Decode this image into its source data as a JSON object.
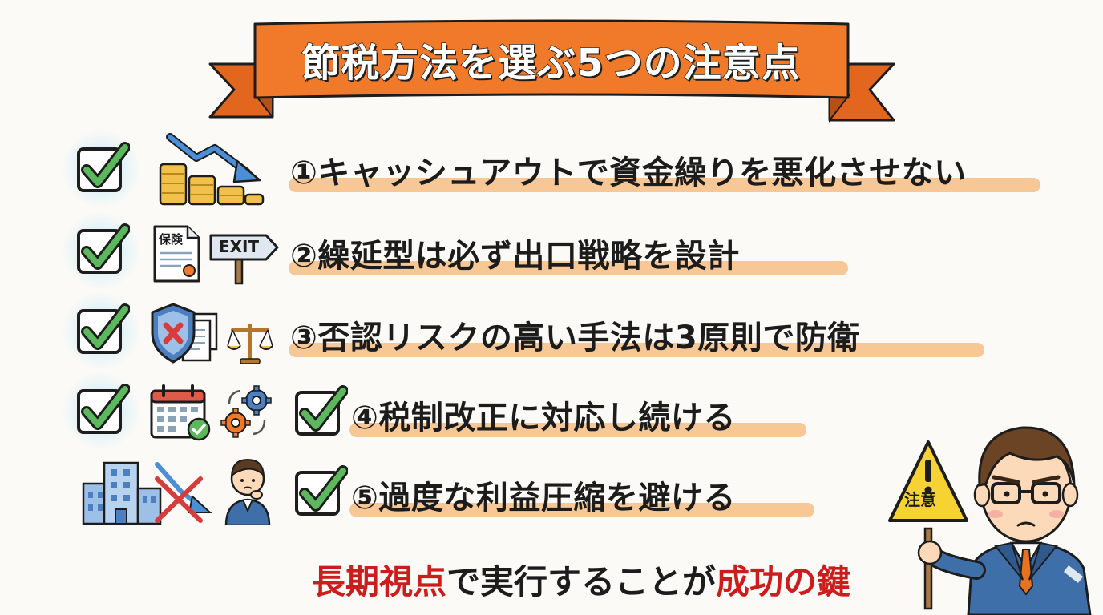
{
  "title": "節税方法を選ぶ5つの注意点",
  "items": [
    {
      "label": "①キャッシュアウトで資金繰りを悪化させない"
    },
    {
      "label": "②繰延型は必ず出口戦略を設計"
    },
    {
      "label": "③否認リスクの高い手法は3原則で防衛"
    },
    {
      "label": "④税制改正に対応し続ける"
    },
    {
      "label": "⑤過度な利益圧縮を避ける"
    }
  ],
  "icons": {
    "insurance_doc": "保険",
    "exit_sign": "EXIT",
    "caution_sign": "注意"
  },
  "footer": {
    "part1": "長期視点",
    "part2": "で実行することが",
    "part3": "成功の鍵"
  },
  "colors": {
    "banner": "#f0792a",
    "check_green": "#5cb85c",
    "highlight": "#f7c796",
    "accent_red": "#cc1c1c",
    "caution_yellow": "#f7d233"
  }
}
